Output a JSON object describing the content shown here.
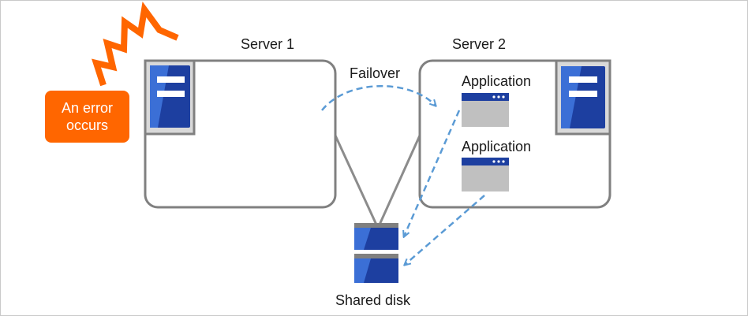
{
  "labels": {
    "server1": "Server 1",
    "server2": "Server 2",
    "failover": "Failover",
    "application_top": "Application",
    "application_bottom": "Application",
    "shared_disk": "Shared disk"
  },
  "error_badge": {
    "line1": "An error",
    "line2": "occurs"
  },
  "colors": {
    "server_outline": "#808080",
    "server_body": "#1d3fa0",
    "server_highlight": "#3b6fd6",
    "app_titlebar": "#1d3fa0",
    "app_window": "#c0c0c0",
    "arrow": "#5b9bd5",
    "error": "#ff6600"
  }
}
